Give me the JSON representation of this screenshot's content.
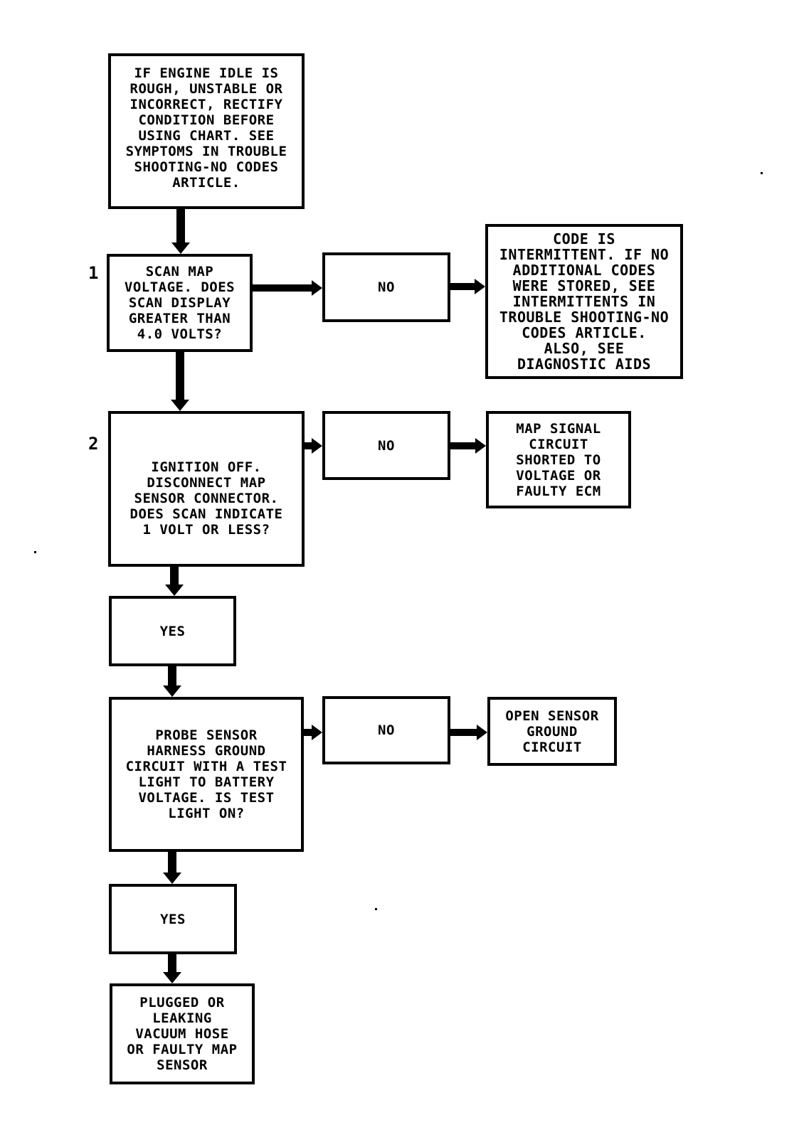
{
  "page": {
    "background": "#ffffff",
    "ink": "#000000"
  },
  "step_labels": {
    "step1": "1",
    "step2": "2"
  },
  "boxes": {
    "start": "IF ENGINE IDLE IS\nROUGH, UNSTABLE OR\nINCORRECT, RECTIFY\nCONDITION BEFORE\nUSING CHART. SEE\nSYMPTOMS IN TROUBLE\nSHOOTING-NO CODES\nARTICLE.",
    "step1_question": "SCAN MAP\nVOLTAGE. DOES\nSCAN DISPLAY\nGREATER THAN\n4.0 VOLTS?",
    "no1": "NO",
    "code_intermittent": "CODE IS\nINTERMITTENT. IF NO\nADDITIONAL CODES\nWERE STORED, SEE\nINTERMITTENTS IN\nTROUBLE SHOOTING-NO\nCODES ARTICLE.\nALSO, SEE\nDIAGNOSTIC AIDS",
    "step2_question": "IGNITION OFF.\nDISCONNECT MAP\nSENSOR CONNECTOR.\nDOES SCAN INDICATE\n1 VOLT OR LESS?",
    "no2": "NO",
    "map_signal_shorted": "MAP SIGNAL\nCIRCUIT\nSHORTED TO\nVOLTAGE OR\nFAULTY ECM",
    "yes1": "YES",
    "probe_question": "PROBE SENSOR\nHARNESS GROUND\nCIRCUIT WITH A TEST\nLIGHT TO BATTERY\nVOLTAGE. IS TEST\nLIGHT ON?",
    "no3": "NO",
    "open_ground": "OPEN SENSOR\nGROUND\nCIRCUIT",
    "yes2": "YES",
    "plugged_hose": "PLUGGED OR\nLEAKING\nVACUUM HOSE\nOR FAULTY MAP\nSENSOR"
  }
}
